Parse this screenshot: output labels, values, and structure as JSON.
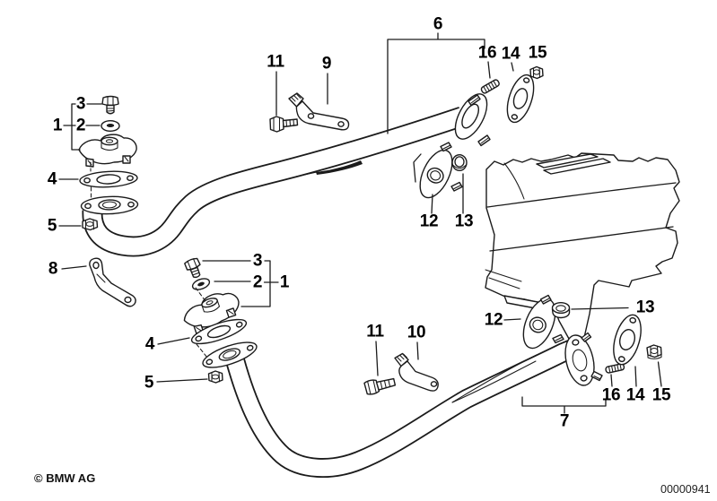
{
  "diagram": {
    "callouts": [
      {
        "text": "3"
      },
      {
        "text": "1"
      },
      {
        "text": "2"
      },
      {
        "text": "4"
      },
      {
        "text": "5"
      },
      {
        "text": "11"
      },
      {
        "text": "9"
      },
      {
        "text": "6"
      },
      {
        "text": "16"
      },
      {
        "text": "14"
      },
      {
        "text": "15"
      },
      {
        "text": "12"
      },
      {
        "text": "13"
      },
      {
        "text": "8"
      },
      {
        "text": "3"
      },
      {
        "text": "2"
      },
      {
        "text": "1"
      },
      {
        "text": "4"
      },
      {
        "text": "5"
      },
      {
        "text": "11"
      },
      {
        "text": "10"
      },
      {
        "text": "12"
      },
      {
        "text": "13"
      },
      {
        "text": "16"
      },
      {
        "text": "14"
      },
      {
        "text": "15"
      },
      {
        "text": "7"
      }
    ],
    "footer": {
      "copyright": "© BMW AG",
      "document_number": "00000941"
    },
    "colors": {
      "background": "#ffffff",
      "line_art": "#1b1b1b",
      "label_text": "#000000"
    }
  }
}
